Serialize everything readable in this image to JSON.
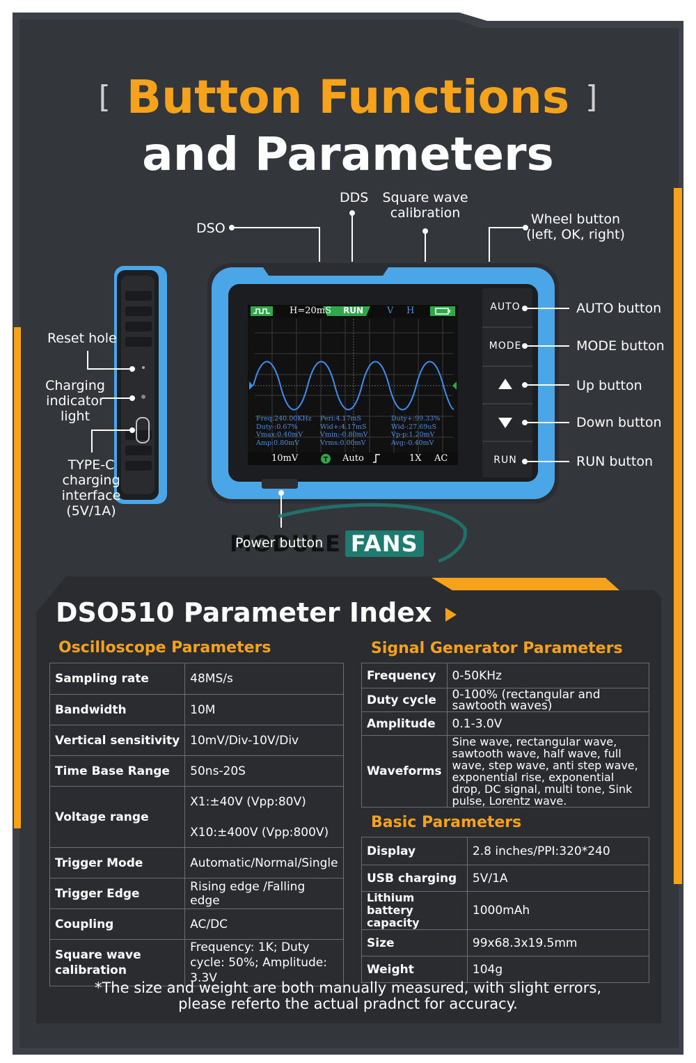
{
  "title": {
    "bracket_open": "[",
    "highlight": "Button Functions",
    "bracket_close": "]",
    "line2": "and Parameters"
  },
  "callouts": {
    "dso": "DSO",
    "dds": "DDS",
    "square_wave_1": "Square wave",
    "square_wave_2": "calibration",
    "wheel_1": "Wheel button",
    "wheel_2": "(left, OK, right)",
    "reset_hole": "Reset hole",
    "charging_1": "Charging",
    "charging_2": "indicator",
    "charging_3": "light",
    "typec_1": "TYPE-C",
    "typec_2": "charging",
    "typec_3": "interface",
    "typec_4": "(5V/1A)",
    "auto_button": "AUTO button",
    "mode_button": "MODE button",
    "up_button": "Up button",
    "down_button": "Down button",
    "run_button": "RUN button",
    "power_button": "Power button"
  },
  "device": {
    "side_buttons": {
      "auto": "AUTO",
      "mode": "MODE",
      "run": "RUN"
    },
    "screen": {
      "timebase": "H=20mS",
      "status": "RUN",
      "v": "V",
      "h": "H",
      "measurements": [
        [
          "Freq:240.00KHz",
          "Peri:4.17mS",
          "Duty+:99.33%"
        ],
        [
          "Duty-:0.67%",
          "Wid+:4.17mS",
          "Wid-:27.69uS"
        ],
        [
          "Vmax:0.40mV",
          "Vmin:-0.80mV",
          "Vp-p:1.20mV"
        ],
        [
          "Amp:0.80mV",
          "Vrms:0.00mV",
          "Avg:-0.40mV"
        ]
      ],
      "bottom": {
        "volt": "10mV",
        "trig_mode": "Auto",
        "probe": "1X",
        "coupling": "AC"
      }
    }
  },
  "watermark": {
    "part1": "MODULE",
    "part2": "FANS"
  },
  "index": {
    "title": "DSO510 Parameter Index",
    "oscilloscope": {
      "heading": "Oscilloscope Parameters",
      "rows": [
        {
          "k": "Sampling rate",
          "v": "48MS/s"
        },
        {
          "k": "Bandwidth",
          "v": "10M"
        },
        {
          "k": "Vertical sensitivity",
          "v": "10mV/Div-10V/Div"
        },
        {
          "k": "Time Base Range",
          "v": "50ns-20S"
        },
        {
          "k": "Voltage range",
          "v": "X1:±40V (Vpp:80V)",
          "v2": "X10:±400V (Vpp:800V)"
        },
        {
          "k": "Trigger Mode",
          "v": "Automatic/Normal/Single"
        },
        {
          "k": "Trigger Edge",
          "v": "Rising edge /Falling edge"
        },
        {
          "k": "Coupling",
          "v": "AC/DC"
        },
        {
          "k": "Square wave calibration",
          "v": "Frequency: 1K; Duty cycle: 50%; Amplitude: 3.3V"
        }
      ]
    },
    "signal_generator": {
      "heading": "Signal Generator Parameters",
      "rows": [
        {
          "k": "Frequency",
          "v": "0-50KHz"
        },
        {
          "k": "Duty cycle",
          "v": "0-100% (rectangular and sawtooth waves)"
        },
        {
          "k": "Amplitude",
          "v": "0.1-3.0V"
        },
        {
          "k": "Waveforms",
          "v": "Sine wave, rectangular wave, sawtooth wave, half wave, full wave, step wave, anti step wave, exponential rise, exponential drop, DC signal, multi tone, Sink pulse, Lorentz wave."
        }
      ]
    },
    "basic": {
      "heading": "Basic Parameters",
      "rows": [
        {
          "k": "Display",
          "v": "2.8 inches/PPI:320*240"
        },
        {
          "k": "USB charging",
          "v": "5V/1A"
        },
        {
          "k": "Lithium battery capacity",
          "v": "1000mAh"
        },
        {
          "k": "Size",
          "v": "99x68.3x19.5mm"
        },
        {
          "k": "Weight",
          "v": "104g"
        }
      ]
    },
    "footnote_1": "*The size and weight are both manually measured, with slight errors,",
    "footnote_2": "please referto the actual pradnct for accuracy."
  },
  "colors": {
    "accent": "#f6a21a",
    "panel": "#2f3237",
    "device_blue": "#4aa6e6",
    "screen_green": "#2ea84a"
  }
}
